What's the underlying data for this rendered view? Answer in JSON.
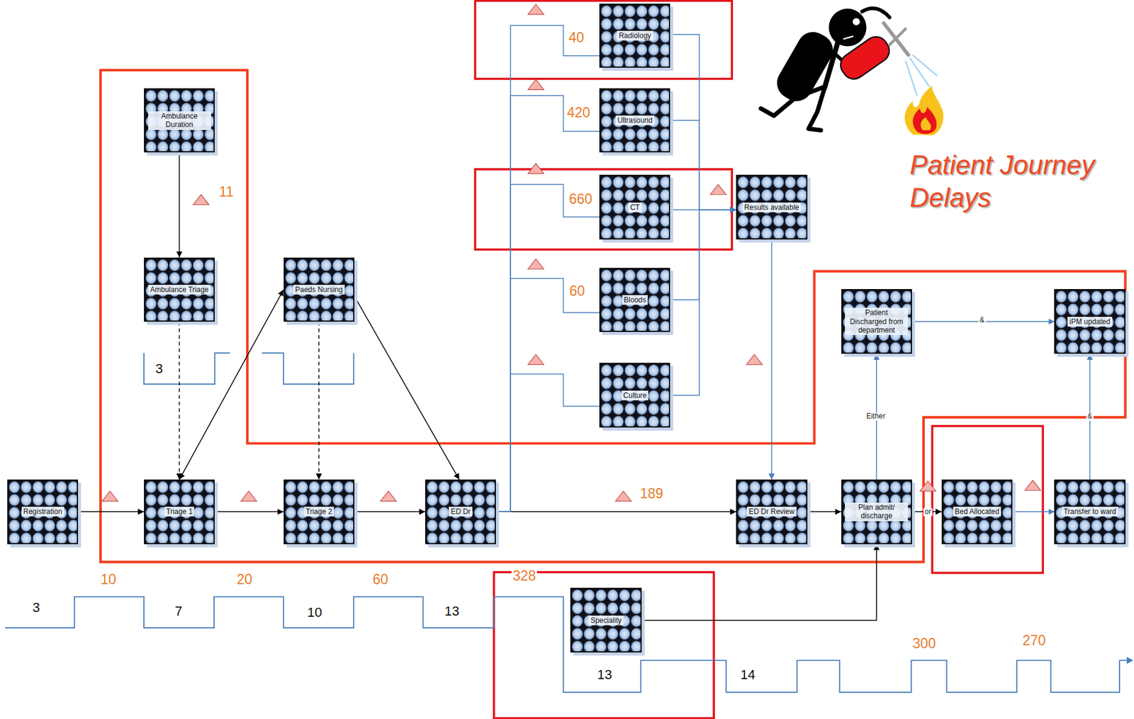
{
  "diagram": {
    "title": "Patient Journey Delays",
    "nodes": [
      {
        "text": [
          "Registration"
        ]
      },
      {
        "text": [
          "Ambulance Duration"
        ]
      },
      {
        "text": [
          "Ambulance Triage"
        ]
      },
      {
        "text": [
          "Paeds Nursing"
        ]
      },
      {
        "text": [
          "Triage 1"
        ]
      },
      {
        "text": [
          "Triage 2"
        ]
      },
      {
        "text": [
          "ED Dr"
        ]
      },
      {
        "text": [
          "Radiology"
        ]
      },
      {
        "text": [
          "Ultrasound"
        ]
      },
      {
        "text": [
          "CT"
        ]
      },
      {
        "text": [
          "Bloods"
        ]
      },
      {
        "text": [
          "Culture"
        ]
      },
      {
        "text": [
          "Results available"
        ]
      },
      {
        "text": [
          "Speciality"
        ]
      },
      {
        "text": [
          "ED Dr Review"
        ]
      },
      {
        "text": [
          "Plan admit/ discharge"
        ]
      },
      {
        "text": [
          "Patient Discharged from department"
        ]
      },
      {
        "text": [
          "iPM updated"
        ]
      },
      {
        "text": [
          "Bed Allocated"
        ]
      },
      {
        "text": [
          "Transfer to ward"
        ]
      }
    ],
    "edges": [
      {
        "from": 0,
        "to": 4,
        "arrow": "to"
      },
      {
        "from": 1,
        "to": 2,
        "arrow": "to"
      },
      {
        "from": 2,
        "to": 4,
        "arrow": "to"
      },
      {
        "from": 4,
        "to": 3,
        "arrow": "both"
      },
      {
        "from": 3,
        "to": 5,
        "arrow": "to"
      },
      {
        "from": 3,
        "to": 6,
        "arrow": "to"
      },
      {
        "from": 4,
        "to": 5,
        "arrow": "to"
      },
      {
        "from": 5,
        "to": 6,
        "arrow": "to"
      },
      {
        "from": 6,
        "to": 14,
        "arrow": "to"
      },
      {
        "from": 6,
        "to": 7,
        "arrow": "none"
      },
      {
        "from": 6,
        "to": 8,
        "arrow": "none"
      },
      {
        "from": 6,
        "to": 9,
        "arrow": "none"
      },
      {
        "from": 6,
        "to": 10,
        "arrow": "none"
      },
      {
        "from": 6,
        "to": 11,
        "arrow": "none"
      },
      {
        "from": 7,
        "to": 12,
        "arrow": "to"
      },
      {
        "from": 8,
        "to": 12,
        "arrow": "to"
      },
      {
        "from": 9,
        "to": 12,
        "arrow": "to"
      },
      {
        "from": 10,
        "to": 12,
        "arrow": "to"
      },
      {
        "from": 11,
        "to": 12,
        "arrow": "to"
      },
      {
        "from": 12,
        "to": 14,
        "arrow": "to"
      },
      {
        "from": 14,
        "to": 15,
        "arrow": "to"
      },
      {
        "from": 13,
        "to": 15,
        "arrow": "to"
      },
      {
        "from": 15,
        "to": 16,
        "arrow": "to",
        "label": "Either"
      },
      {
        "from": 15,
        "to": 18,
        "arrow": "to",
        "label": "or"
      },
      {
        "from": 18,
        "to": 19,
        "arrow": "to"
      },
      {
        "from": 16,
        "to": 17,
        "arrow": "to",
        "label": "&"
      },
      {
        "from": 19,
        "to": 17,
        "arrow": "to",
        "label": "&"
      }
    ],
    "labels": [
      "11",
      "40",
      "420",
      "660",
      "60",
      "189",
      "10",
      "20",
      "60",
      "328",
      "300",
      "270",
      "3",
      "3",
      "7",
      "10",
      "13",
      "13",
      "14"
    ]
  }
}
